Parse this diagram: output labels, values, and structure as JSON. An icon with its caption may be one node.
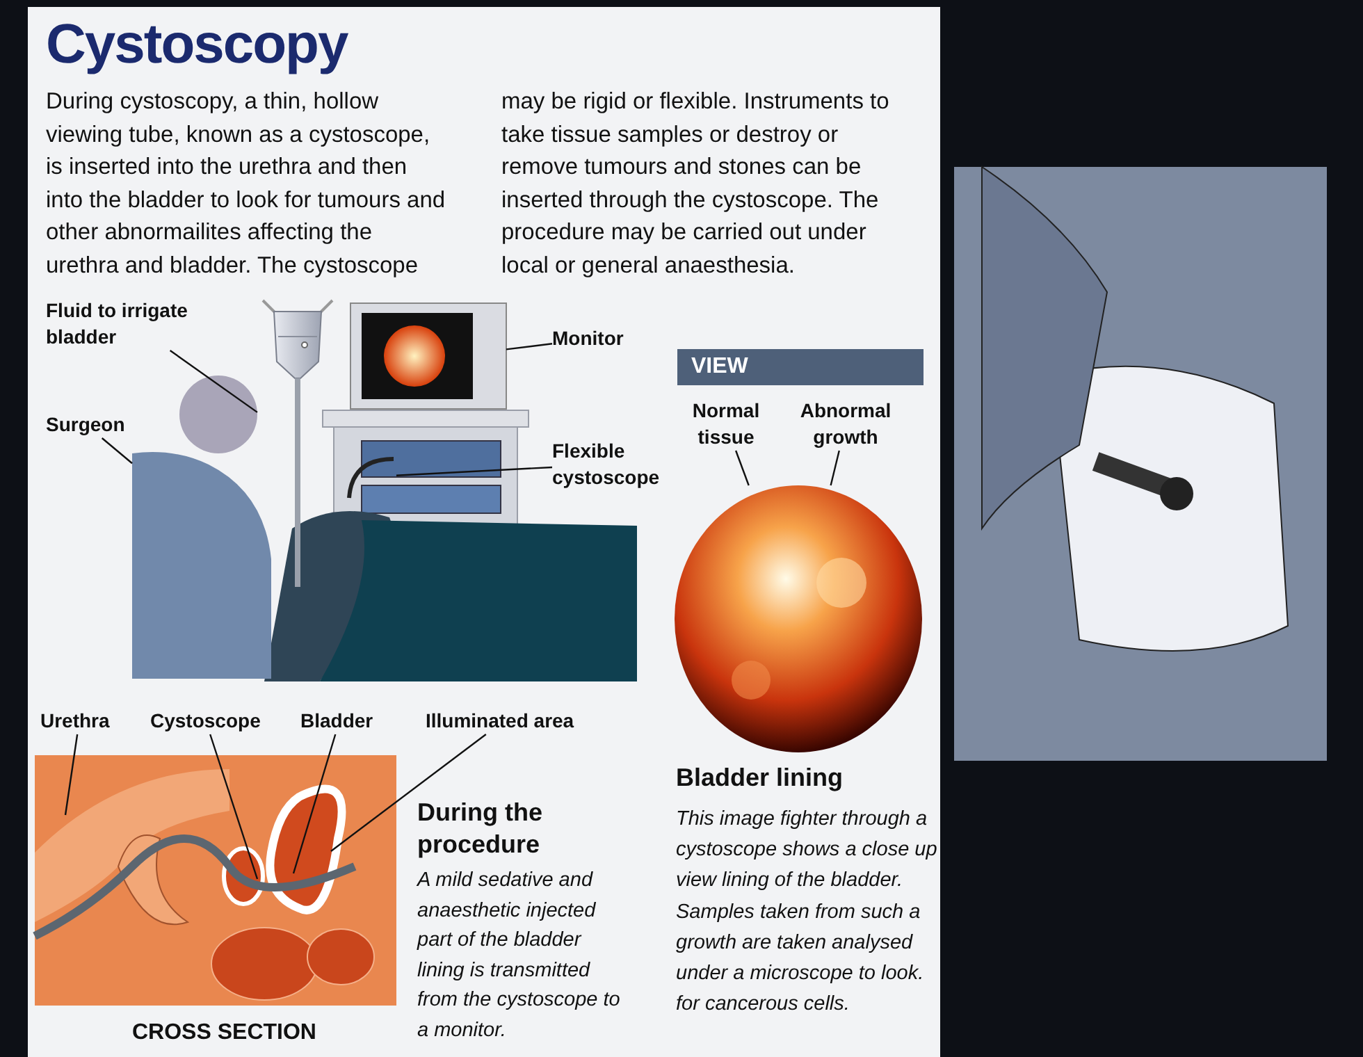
{
  "diagram": {
    "title": "Cystoscopy",
    "nodes": [
      {
        "text": [
          "Fluid to irrigate bladder"
        ]
      },
      {
        "text": [],
        "shape": "picture"
      },
      {
        "text": [
          "Monitor"
        ]
      },
      {
        "text": [],
        "shape": "picture"
      },
      {
        "text": [
          "Surgeon"
        ]
      },
      {
        "text": [],
        "shape": "person"
      },
      {
        "text": [
          "Flexible cystoscope"
        ]
      },
      {
        "text": [],
        "shape": "picture"
      },
      {
        "text": [
          "Normal tissue"
        ]
      },
      {
        "text": [
          "Abnormal growth"
        ]
      },
      {
        "text": [],
        "shape": "picture",
        "beside": [
          "Bladder lining",
          "This image fighter through a cystoscope shows a close up view lining of the bladder. Samples taken from such a growth are taken analysed under a microscope to look. for cancerous cells."
        ]
      },
      {
        "text": [
          "Urethra"
        ]
      },
      {
        "text": [
          "Cystoscope"
        ]
      },
      {
        "text": [
          "Bladder"
        ]
      },
      {
        "text": [
          "Illuminated area"
        ]
      }
    ],
    "edges": [
      {
        "from": 0,
        "to": 1,
        "arrow": "none"
      },
      {
        "from": 2,
        "to": 3,
        "arrow": "none"
      },
      {
        "from": 4,
        "to": 5,
        "arrow": "none"
      },
      {
        "from": 6,
        "to": 7,
        "arrow": "none"
      },
      {
        "from": 8,
        "to": 10,
        "arrow": "none"
      },
      {
        "from": 9,
        "to": 10,
        "arrow": "none"
      },
      {
        "from": 11,
        "to": null,
        "arrow": "none"
      },
      {
        "from": 12,
        "to": null,
        "arrow": "none"
      },
      {
        "from": 13,
        "to": null,
        "arrow": "none"
      },
      {
        "from": 14,
        "to": null,
        "arrow": "none"
      }
    ],
    "labels": [
      "During cystoscopy, a thin, hollow viewing tube, known as a cystoscope, is inserted into the urethra and then into the bladder to look for tumours and other abnormailites affecting the urethra and bladder. The cystoscope may be rigid or flexible. Instruments to take tissue samples or destroy or remove tumours and stones can be inserted through the cystoscope. The procedure may be carried out under local or general anaesthesia.",
      "VIEW",
      "During the procedure",
      "A mild sedative and anaesthetic injected part of the bladder lining is transmitted from the cystoscope to a monitor.",
      "CROSS SECTION"
    ]
  }
}
